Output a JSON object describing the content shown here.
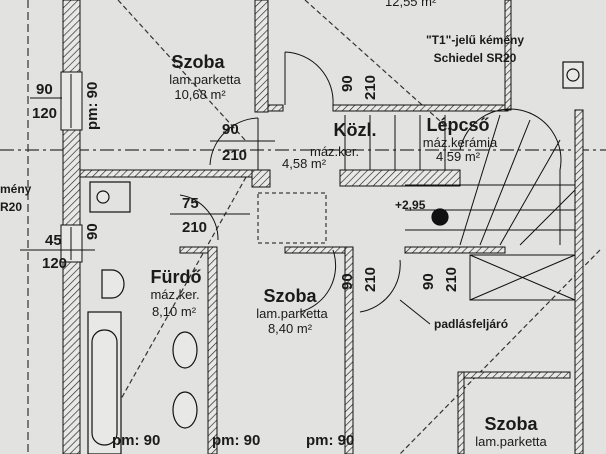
{
  "rooms": {
    "szoba_top": {
      "name": "Szoba",
      "floor": "lam.parketta",
      "area": "10,68 m²"
    },
    "top_right_area": "12,55 m²",
    "kozl": {
      "name": "Közl.",
      "floor": "máz.ker.",
      "area": "4,58 m²"
    },
    "lepcso": {
      "name": "Lépcső",
      "floor": "máz.kerámia",
      "area": "4,59 m²"
    },
    "furdo": {
      "name": "Fürdő",
      "floor": "máz.ker.",
      "area": "8,10 m²"
    },
    "szoba_mid": {
      "name": "Szoba",
      "floor": "lam.parketta",
      "area": "8,40 m²"
    },
    "szoba_br": {
      "name": "Szoba",
      "floor": "lam.parketta"
    }
  },
  "annotations": {
    "chimney_top_1": "\"T1\"-jelű kémény",
    "chimney_top_2": "Schiedel SR20",
    "chimney_left_1": "mény",
    "chimney_left_2": "R20",
    "level": "+2,95",
    "attic": "padlásfeljáró"
  },
  "dimensions": {
    "win1_w": "90",
    "win1_h": "120",
    "win1_pm": "pm: 90",
    "door_top_w": "90",
    "door_top_h": "210",
    "door_kozl_w": "90",
    "door_kozl_h": "210",
    "door_75_w": "75",
    "door_75_h": "210",
    "win2_w": "45",
    "win2_h": "120",
    "win2_pm": "90",
    "door_mid1_w": "90",
    "door_mid1_h": "210",
    "door_mid2_w": "90",
    "door_mid2_h": "210",
    "pm1": "pm: 90",
    "pm2": "pm: 90",
    "pm3": "pm: 90"
  }
}
